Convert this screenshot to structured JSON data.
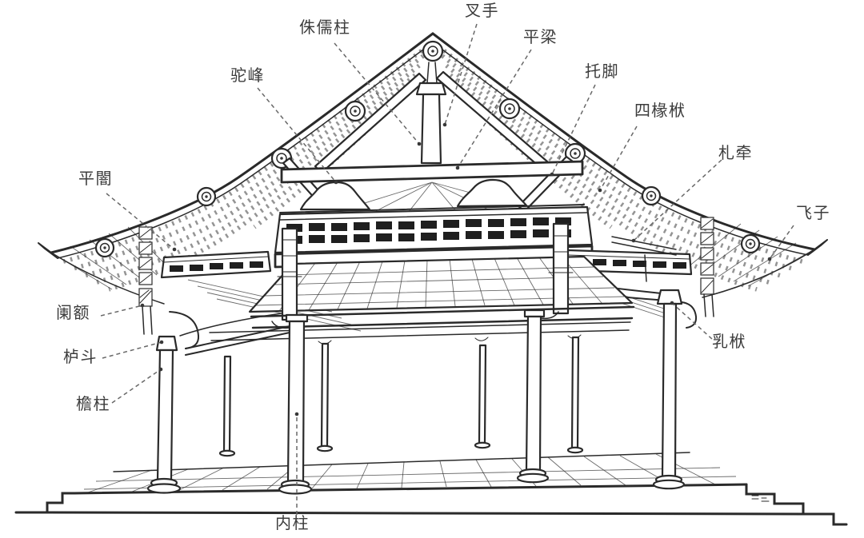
{
  "figure": {
    "kind": "hand-drawn cross-section of a Chinese timber-frame hall",
    "labels": [
      {
        "id": "chashou",
        "text": "叉手"
      },
      {
        "id": "zhuruzhu",
        "text": "侏儒柱"
      },
      {
        "id": "pingliang",
        "text": "平梁"
      },
      {
        "id": "tuofeng",
        "text": "驼峰"
      },
      {
        "id": "tuojiao",
        "text": "托脚"
      },
      {
        "id": "sichuanfu",
        "text": "四椽栿"
      },
      {
        "id": "zhaqian",
        "text": "札牵"
      },
      {
        "id": "feizi",
        "text": "飞子"
      },
      {
        "id": "pingan",
        "text": "平闇"
      },
      {
        "id": "lane",
        "text": "阑额"
      },
      {
        "id": "ludou",
        "text": "栌斗"
      },
      {
        "id": "yanzhu",
        "text": "檐柱"
      },
      {
        "id": "rufu",
        "text": "乳栿"
      },
      {
        "id": "neizhu",
        "text": "内柱"
      }
    ]
  },
  "colors": {
    "paper": "#ffffff",
    "ink": "#2a2a2a",
    "label": "#3c3c3c",
    "leader": "#686868",
    "lattice": "#1f1f1f"
  }
}
